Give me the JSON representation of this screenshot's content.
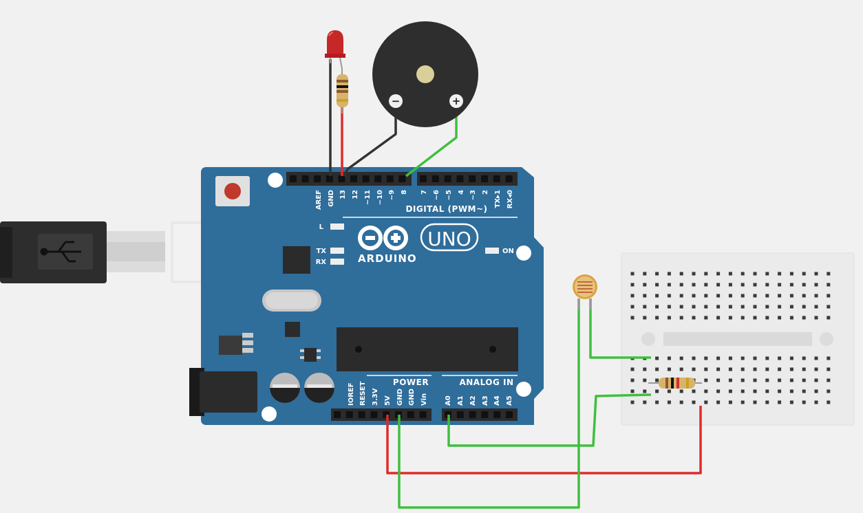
{
  "board": {
    "brand": "ARDUINO",
    "model": "UNO",
    "digital_header_label": "DIGITAL (PWM~)",
    "power_header_label": "POWER",
    "analog_header_label": "ANALOG IN",
    "led_labels": {
      "l": "L",
      "tx": "TX",
      "rx": "RX",
      "on": "ON"
    },
    "digital_pins_left": [
      "AREF",
      "GND",
      "13",
      "12",
      "~11",
      "~10",
      "~9",
      "8"
    ],
    "digital_pins_right": [
      "7",
      "~6",
      "~5",
      "4",
      "~3",
      "2",
      "TX▸1",
      "RX◂0"
    ],
    "power_pins": [
      "IOREF",
      "RESET",
      "3.3V",
      "5V",
      "GND",
      "GND",
      "Vin"
    ],
    "analog_pins": [
      "A0",
      "A1",
      "A2",
      "A3",
      "A4",
      "A5"
    ]
  },
  "colors": {
    "board": "#2f6d9b",
    "wire_red": "#e02a2a",
    "wire_green": "#3fbf3f",
    "wire_black": "#333333",
    "led_red": "#c62828",
    "background": "#f1f1f1"
  }
}
